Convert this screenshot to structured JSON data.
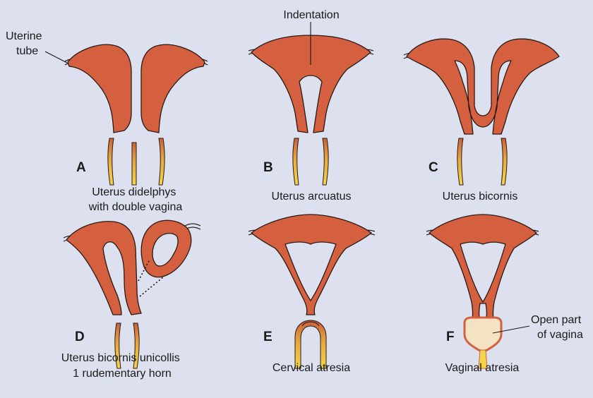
{
  "labels": {
    "uterine_tube": [
      "Uterine",
      "tube"
    ],
    "indentation": "Indentation",
    "open_part_of_vagina": [
      "Open part",
      "of vagina"
    ]
  },
  "panels": [
    {
      "letter": "A",
      "caption": [
        "Uterus didelphys",
        "with double vagina"
      ]
    },
    {
      "letter": "B",
      "caption": [
        "Uterus arcuatus"
      ]
    },
    {
      "letter": "C",
      "caption": [
        "Uterus bicornis"
      ]
    },
    {
      "letter": "D",
      "caption": [
        "Uterus bicornis unicollis",
        "1 rudementary horn"
      ]
    },
    {
      "letter": "E",
      "caption": [
        "Cervical atresia"
      ]
    },
    {
      "letter": "F",
      "caption": [
        "Vaginal atresia"
      ]
    }
  ],
  "colors": {
    "background": "#dde1ef",
    "tissue": "#d4603f",
    "vagina_mucosa": "#f2d24a",
    "outline": "#2a1a14"
  }
}
